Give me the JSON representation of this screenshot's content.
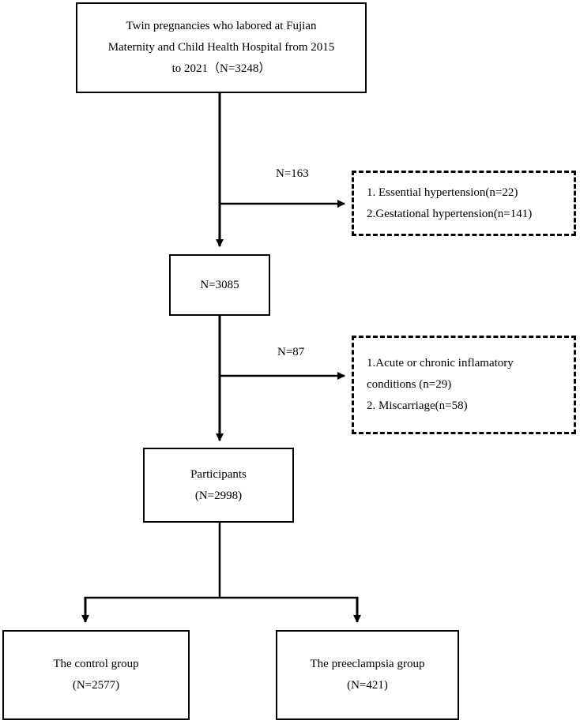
{
  "source_box": {
    "lines": [
      "Twin pregnancies who labored at Fujian",
      "Maternity and Child Health Hospital from 2015",
      "to 2021（N=3248）"
    ]
  },
  "exclusion_1": {
    "count_label": "N=163",
    "items": [
      "1. Essential hypertension(n=22)",
      "2.Gestational hypertension(n=141)"
    ]
  },
  "step_box": {
    "label": "N=3085"
  },
  "exclusion_2": {
    "count_label": "N=87",
    "items": [
      "1.Acute or chronic inflamatory",
      "conditions (n=29)",
      "2. Miscarriage(n=58)"
    ]
  },
  "participants_box": {
    "title": "Participants",
    "count": "(N=2998)"
  },
  "control_group": {
    "title": "The control group",
    "count": "(N=2577)"
  },
  "preeclampsia_group": {
    "title": "The preeclampsia group",
    "count": "(N=421)"
  },
  "colors": {
    "stroke": "#000000",
    "background": "#ffffff"
  }
}
